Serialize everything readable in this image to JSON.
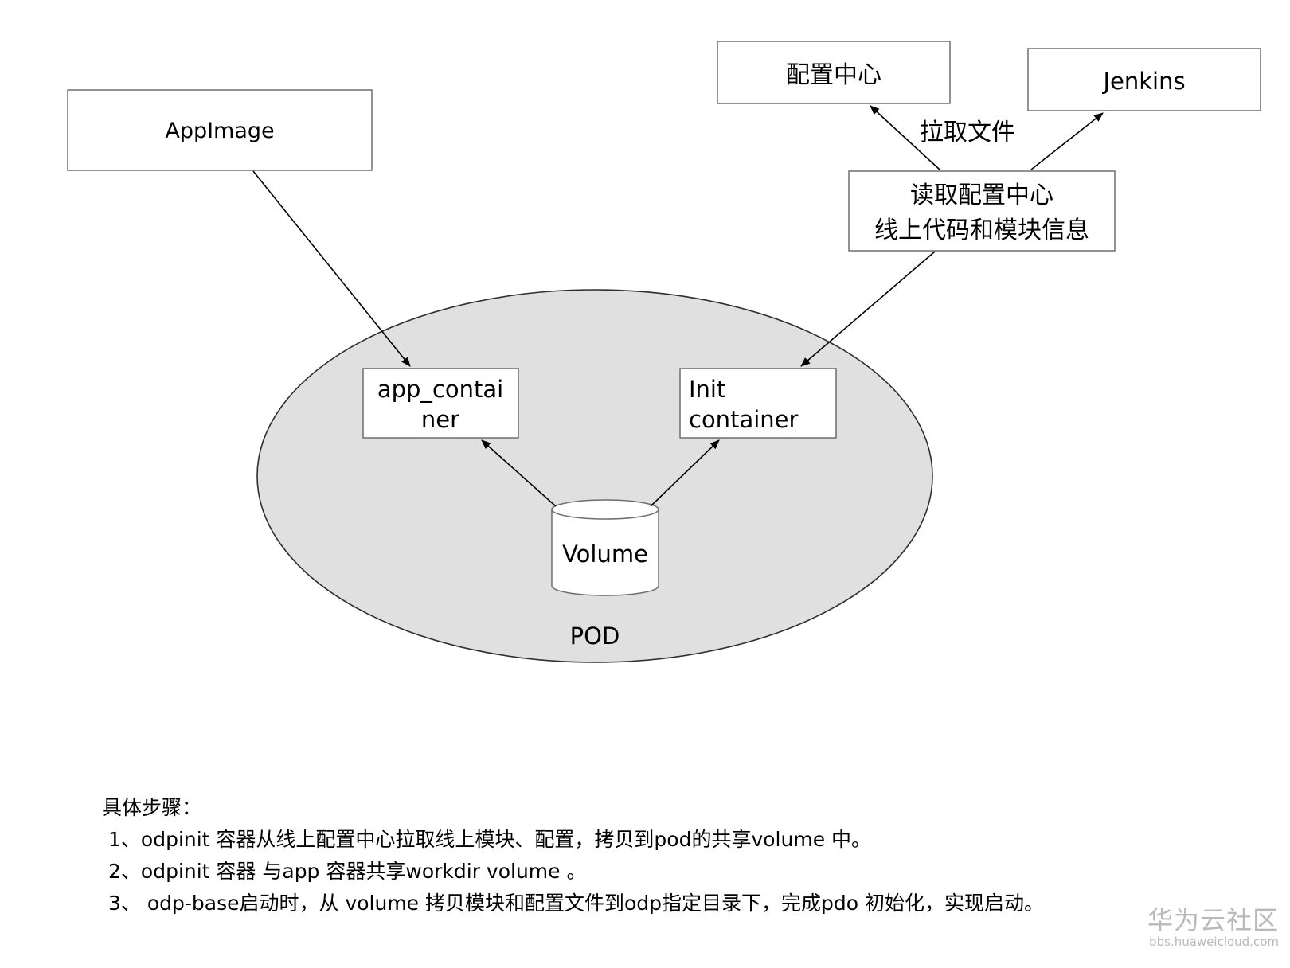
{
  "nodes": {
    "appimage": "AppImage",
    "config_center": "配置中心",
    "jenkins": "Jenkins",
    "read_config": {
      "line1": "读取配置中心",
      "line2": "线上代码和模块信息"
    },
    "app_container": {
      "line1": "app_contai",
      "line2": "ner"
    },
    "init_container": {
      "line1": "Init",
      "line2": "container"
    },
    "volume": "Volume",
    "pod": "POD"
  },
  "edges": {
    "pull_files_label": "拉取文件"
  },
  "steps": {
    "heading": "具体步骤：",
    "items": [
      "1、odpinit 容器从线上配置中心拉取线上模块、配置，拷贝到pod的共享volume 中。",
      "2、odpinit 容器 与app 容器共享workdir  volume 。",
      "3、 odp-base启动时，从 volume 拷贝模块和配置文件到odp指定目录下，完成pdo 初始化，实现启动。"
    ]
  },
  "watermark": {
    "name": "华为云社区",
    "url": "bbs.huaweicloud.com"
  },
  "colors": {
    "pod_fill": "#e0e0e0",
    "box_stroke": "#6e6e6e",
    "edge": "#000000",
    "watermark": "#b9b9b9"
  }
}
